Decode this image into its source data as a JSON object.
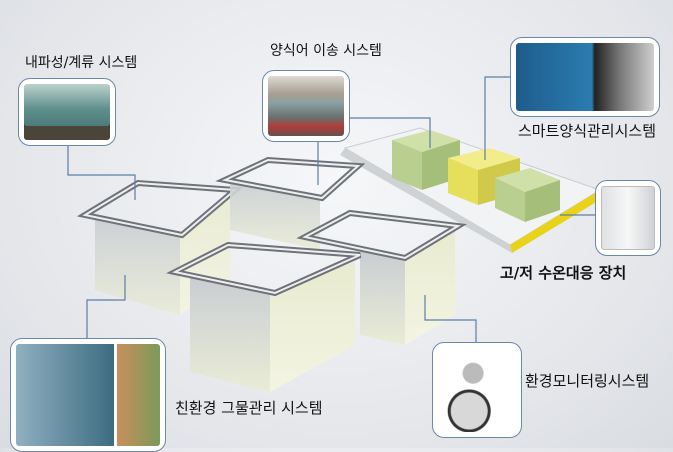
{
  "labels": {
    "mooring": "내파성/계류 시스템",
    "transfer": "양식어 이송 시스템",
    "smart": "스마트양식관리시스템",
    "temperature": "고/저 수온대응 장치",
    "monitoring": "환경모니터링시스템",
    "net": "친환경 그물관리 시스템"
  },
  "colors": {
    "connector": "#5b7fa6",
    "deck_edge": "#e8d21a",
    "tank": "#b9cf8f"
  }
}
